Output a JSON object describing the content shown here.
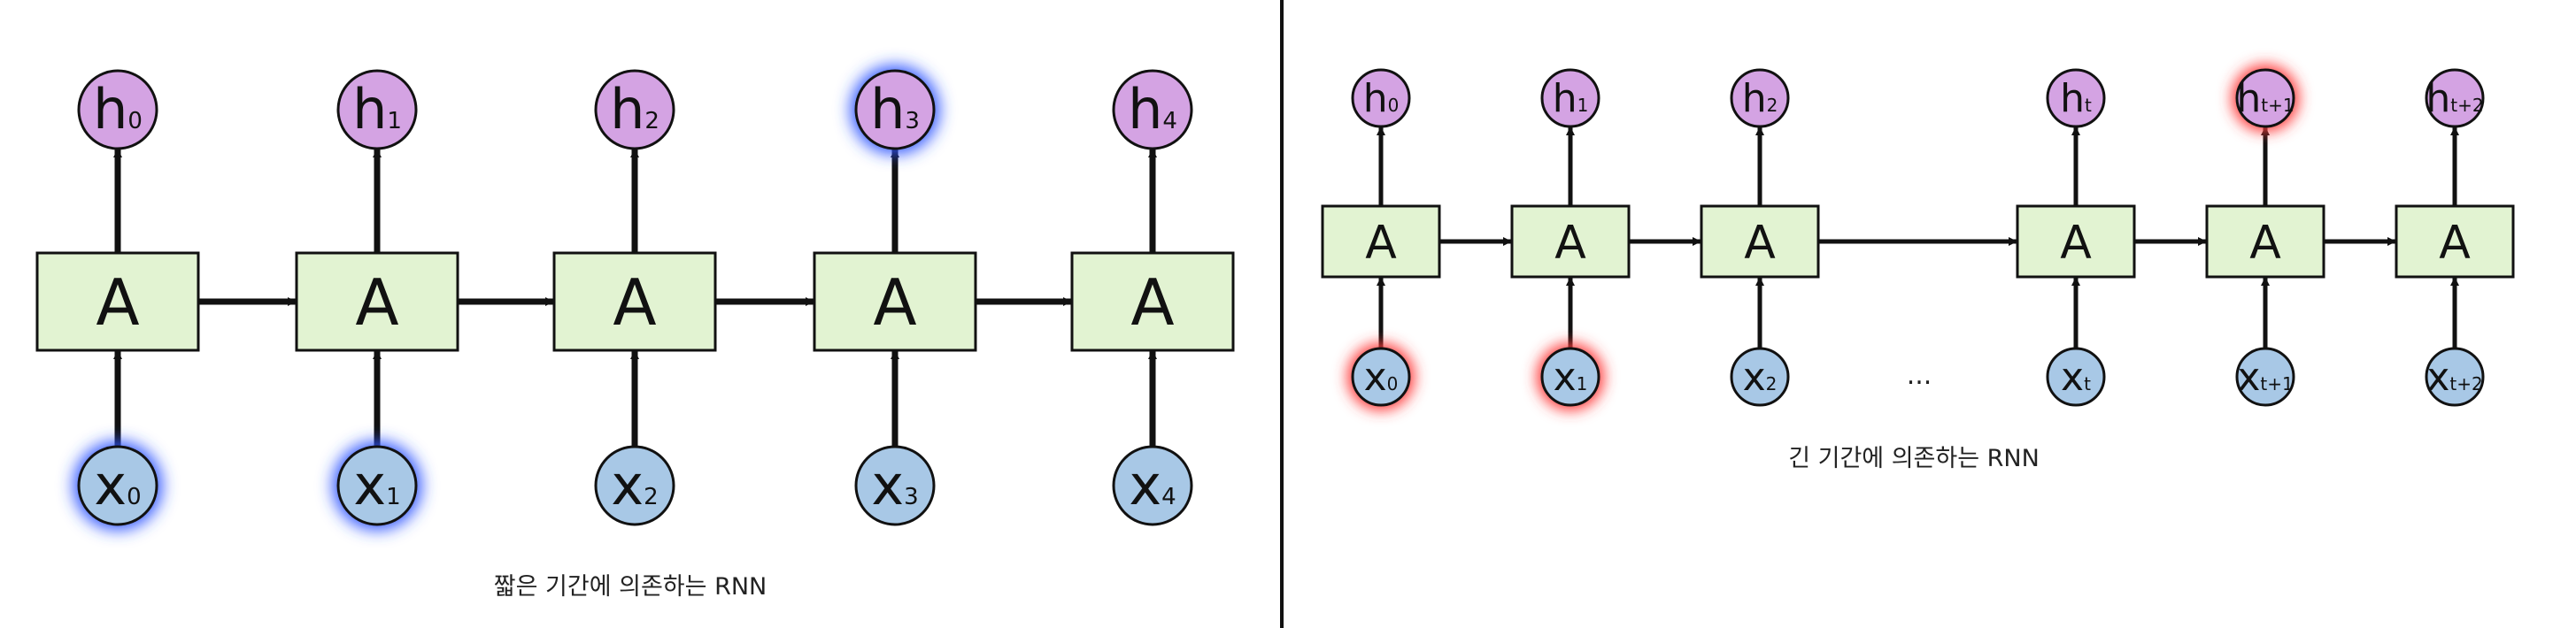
{
  "colors": {
    "cell_fill": "#e2f3d2",
    "h_fill": "#d4a3e3",
    "x_fill": "#a8c8e6",
    "stroke": "#111111",
    "glow_blue": "#2f54ff",
    "glow_red": "#ff3b3b"
  },
  "left": {
    "caption": "짧은 기간에 의존하는 RNN",
    "cell_label": "A",
    "cells": [
      {
        "h": "h",
        "h_sub": "0",
        "x": "x",
        "x_sub": "0",
        "h_glow": "",
        "x_glow": "blue"
      },
      {
        "h": "h",
        "h_sub": "1",
        "x": "x",
        "x_sub": "1",
        "h_glow": "",
        "x_glow": "blue"
      },
      {
        "h": "h",
        "h_sub": "2",
        "x": "x",
        "x_sub": "2",
        "h_glow": "",
        "x_glow": ""
      },
      {
        "h": "h",
        "h_sub": "3",
        "x": "x",
        "x_sub": "3",
        "h_glow": "blue",
        "x_glow": ""
      },
      {
        "h": "h",
        "h_sub": "4",
        "x": "x",
        "x_sub": "4",
        "h_glow": "",
        "x_glow": ""
      }
    ]
  },
  "right": {
    "caption": "긴 기간에 의존하는 RNN",
    "cell_label": "A",
    "ellipsis": "...",
    "cells": [
      {
        "h": "h",
        "h_sub": "0",
        "x": "x",
        "x_sub": "0",
        "h_glow": "",
        "x_glow": "red"
      },
      {
        "h": "h",
        "h_sub": "1",
        "x": "x",
        "x_sub": "1",
        "h_glow": "",
        "x_glow": "red"
      },
      {
        "h": "h",
        "h_sub": "2",
        "x": "x",
        "x_sub": "2",
        "h_glow": "",
        "x_glow": ""
      },
      {
        "h": "h",
        "h_sub": "t",
        "x": "x",
        "x_sub": "t",
        "h_glow": "",
        "x_glow": ""
      },
      {
        "h": "h",
        "h_sub": "t+1",
        "x": "x",
        "x_sub": "t+1",
        "h_glow": "red",
        "x_glow": ""
      },
      {
        "h": "h",
        "h_sub": "t+2",
        "x": "x",
        "x_sub": "t+2",
        "h_glow": "",
        "x_glow": ""
      }
    ]
  }
}
